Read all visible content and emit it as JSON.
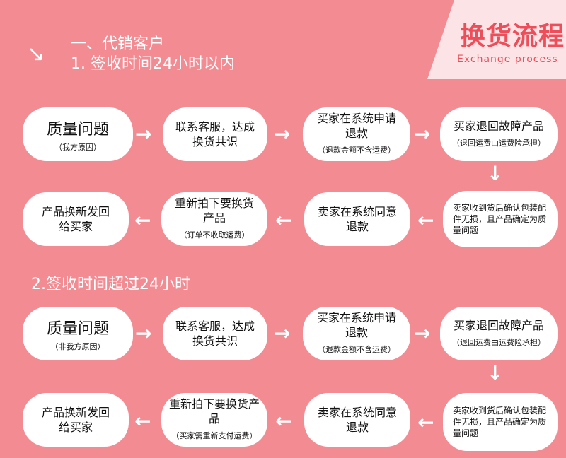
{
  "badge": {
    "title": "换货流程",
    "subtitle": "Exchange process"
  },
  "section1": {
    "line1": "一、代销客户",
    "line2": "1. 签收时间24小时以内"
  },
  "section2": {
    "title": "2.签收时间超过24小时"
  },
  "flow1": {
    "step1": {
      "main": "质量问题",
      "note": "（我方原因）"
    },
    "step2": {
      "main": "联系客服，达成换货共识"
    },
    "step3": {
      "main": "买家在系统申请退款",
      "note": "（退款金额不含运费）"
    },
    "step4": {
      "main": "买家退回故障产品",
      "note": "（退回运费由运费险承担）"
    },
    "step5": {
      "main": "卖家收到货后确认包装配件无损，且产品确定为质量问题"
    },
    "step6": {
      "main": "卖家在系统同意退款"
    },
    "step7": {
      "main": "重新拍下要换货产品",
      "note": "（订单不收取运费）"
    },
    "step8": {
      "main": "产品换新发回给买家"
    }
  },
  "flow2": {
    "step1": {
      "main": "质量问题",
      "note": "（非我方原因）"
    },
    "step2": {
      "main": "联系客服，达成换货共识"
    },
    "step3": {
      "main": "买家在系统申请退款",
      "note": "（退款金额不含运费）"
    },
    "step4": {
      "main": "买家退回故障产品",
      "note": "（退回运费由运费险承担）"
    },
    "step5": {
      "main": "卖家收到货后确认包装配件无损，且产品确定为质量问题"
    },
    "step6": {
      "main": "卖家在系统同意退款"
    },
    "step7": {
      "main": "重新拍下要换货产品",
      "note": "（买家需重新支付运费）"
    },
    "step8": {
      "main": "产品换新发回给买家"
    }
  },
  "icons": {
    "arrow_right": "→",
    "arrow_left": "←",
    "arrow_down": "↓",
    "corner_arrow": "↘"
  }
}
